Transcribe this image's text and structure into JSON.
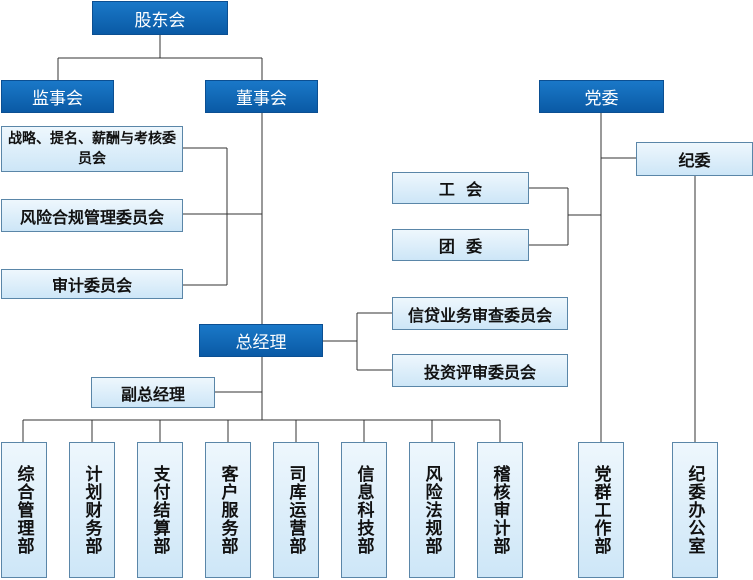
{
  "nodes": {
    "shareholders": "股东会",
    "supervisory_board": "监事会",
    "board_of_directors": "董事会",
    "party_committee": "党委",
    "discipline_committee": "纪委",
    "strategy_committee": "战略、提名、薪酬与考核委员会",
    "risk_committee": "风险合规管理委员会",
    "audit_committee": "审计委员会",
    "union": "工  会",
    "youth_league": "团  委",
    "general_manager": "总经理",
    "deputy_gm": "副总经理",
    "credit_committee": "信贷业务审查委员会",
    "investment_committee": "投资评审委员会"
  },
  "departments": [
    "综合管理部",
    "计划财务部",
    "支付结算部",
    "客户服务部",
    "司库运营部",
    "信息科技部",
    "风险法规部",
    "稽核审计部"
  ],
  "party_departments": [
    "党群工作部",
    "纪委办公室"
  ]
}
